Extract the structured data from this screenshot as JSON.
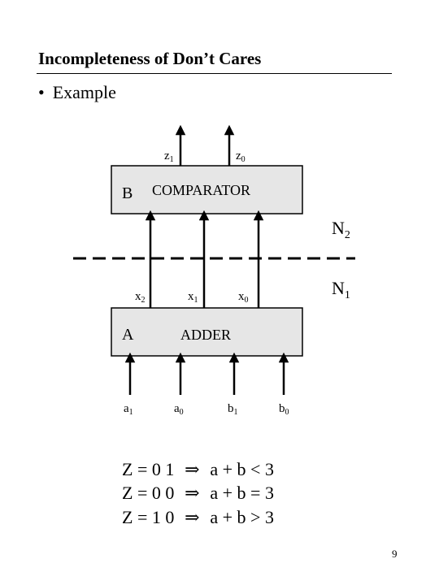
{
  "slide": {
    "title": "Incompleteness of Don’t Cares",
    "bullet_symbol": "•",
    "bullet_text": "Example",
    "page_number": "9"
  },
  "diagram": {
    "comparator": {
      "letter": "B",
      "label": "COMPARATOR"
    },
    "adder": {
      "letter": "A",
      "label": "ADDER"
    },
    "network_labels": {
      "n2": {
        "base": "N",
        "sub": "2"
      },
      "n1": {
        "base": "N",
        "sub": "1"
      }
    },
    "outputs": [
      {
        "base": "z",
        "sub": "1"
      },
      {
        "base": "z",
        "sub": "0"
      }
    ],
    "intermediate": [
      {
        "base": "x",
        "sub": "2"
      },
      {
        "base": "x",
        "sub": "1"
      },
      {
        "base": "x",
        "sub": "0"
      }
    ],
    "inputs": [
      {
        "base": "a",
        "sub": "1"
      },
      {
        "base": "a",
        "sub": "0"
      },
      {
        "base": "b",
        "sub": "1"
      },
      {
        "base": "b",
        "sub": "0"
      }
    ]
  },
  "equations": [
    {
      "lhs": "Z = 0 1",
      "arrow": "⇒",
      "rhs": "a + b < 3"
    },
    {
      "lhs": "Z = 0 0",
      "arrow": "⇒",
      "rhs": "a + b = 3"
    },
    {
      "lhs": "Z = 1 0",
      "arrow": "⇒",
      "rhs": "a + b > 3"
    }
  ],
  "colors": {
    "box_fill": "#e6e6e6",
    "line": "#000000",
    "background": "#ffffff"
  }
}
